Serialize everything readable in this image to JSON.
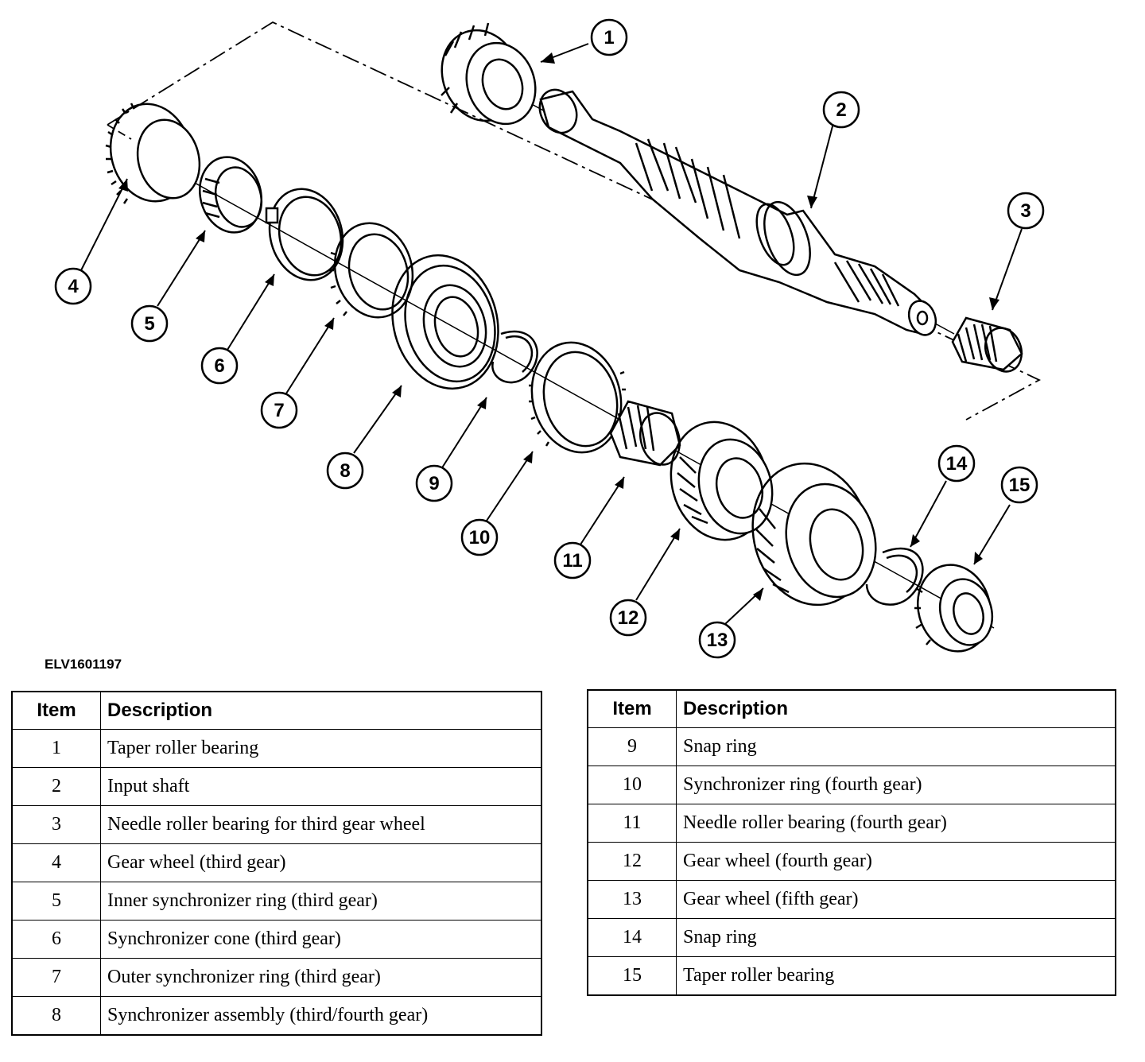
{
  "figure_id": "ELV1601197",
  "callouts": [
    "1",
    "2",
    "3",
    "4",
    "5",
    "6",
    "7",
    "8",
    "9",
    "10",
    "11",
    "12",
    "13",
    "14",
    "15"
  ],
  "table_left": {
    "header_item": "Item",
    "header_desc": "Description",
    "rows": [
      {
        "item": "1",
        "desc": "Taper roller bearing"
      },
      {
        "item": "2",
        "desc": "Input shaft"
      },
      {
        "item": "3",
        "desc": "Needle roller bearing for third gear wheel"
      },
      {
        "item": "4",
        "desc": "Gear wheel (third gear)"
      },
      {
        "item": "5",
        "desc": "Inner synchronizer ring (third gear)"
      },
      {
        "item": "6",
        "desc": "Synchronizer cone (third gear)"
      },
      {
        "item": "7",
        "desc": "Outer synchronizer ring (third gear)"
      },
      {
        "item": "8",
        "desc": "Synchronizer assembly (third/fourth gear)"
      }
    ]
  },
  "table_right": {
    "header_item": "Item",
    "header_desc": "Description",
    "rows": [
      {
        "item": "9",
        "desc": "Snap ring"
      },
      {
        "item": "10",
        "desc": "Synchronizer ring (fourth gear)"
      },
      {
        "item": "11",
        "desc": "Needle roller bearing (fourth gear)"
      },
      {
        "item": "12",
        "desc": "Gear wheel (fourth gear)"
      },
      {
        "item": "13",
        "desc": "Gear wheel (fifth gear)"
      },
      {
        "item": "14",
        "desc": "Snap ring"
      },
      {
        "item": "15",
        "desc": "Taper roller bearing"
      }
    ]
  }
}
